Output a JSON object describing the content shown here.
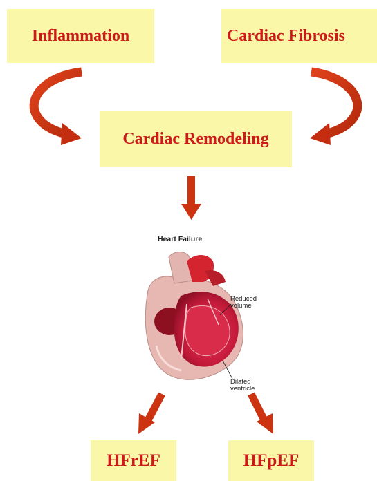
{
  "boxes": {
    "inflammation": "Inflammation",
    "fibrosis": "Cardiac Fibrosis",
    "remodeling": "Cardiac Remodeling",
    "hfref": "HFrEF",
    "hfpef": "HFpEF"
  },
  "heart": {
    "title": "Heart Failure",
    "reduced_line1": "Reduced",
    "reduced_line2": "volume",
    "dilated_line1": "Dilated",
    "dilated_line2": "ventricle"
  },
  "colors": {
    "box_fill": "#fbf7a8",
    "text": "#cc1a1a",
    "arrow": "#cc3311"
  }
}
